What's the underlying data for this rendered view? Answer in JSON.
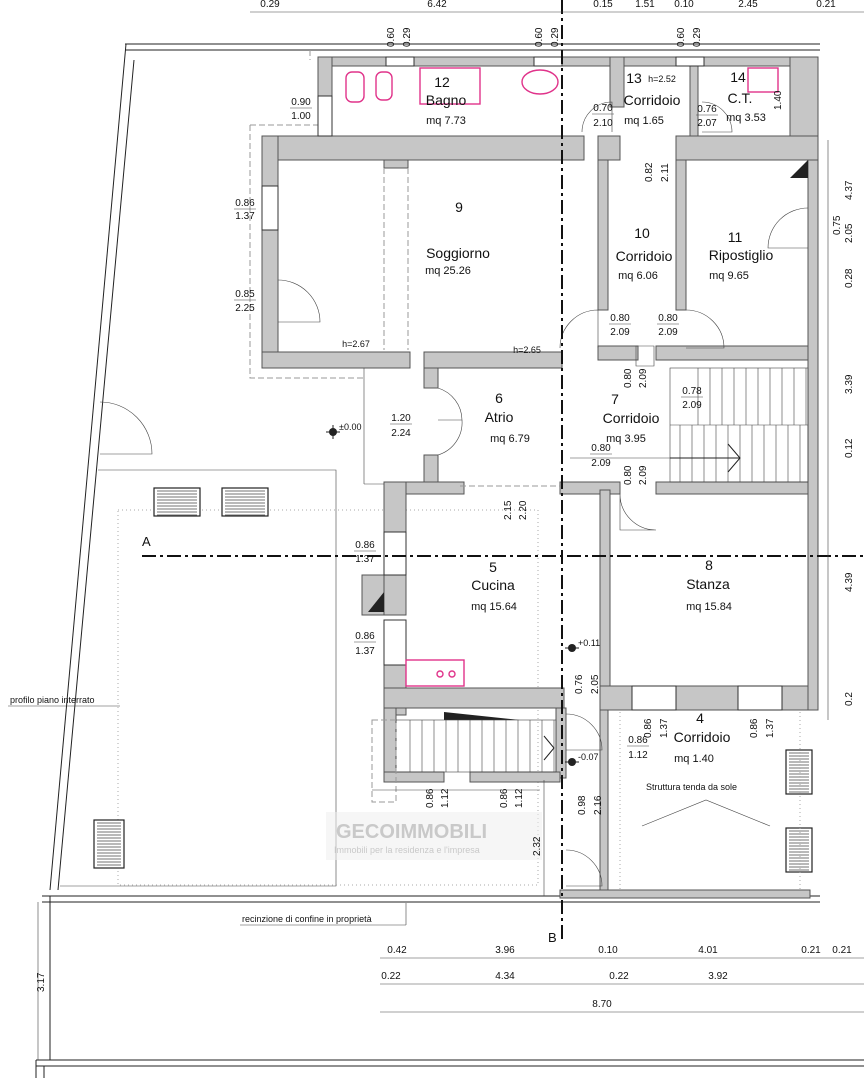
{
  "rooms": [
    {
      "id": "r12",
      "num": "12",
      "name": "Bagno",
      "area": "mq 7.73"
    },
    {
      "id": "r13",
      "num": "13",
      "height": "h=2.52",
      "name": "Corridoio",
      "area": "mq 1.65"
    },
    {
      "id": "r14",
      "num": "14",
      "name": "C.T.",
      "area": "mq 3.53"
    },
    {
      "id": "r9",
      "num": "9",
      "name": "Soggiorno",
      "area": "mq 25.26"
    },
    {
      "id": "r10",
      "num": "10",
      "name": "Corridoio",
      "area": "mq 6.06"
    },
    {
      "id": "r11",
      "num": "11",
      "name": "Ripostiglio",
      "area": "mq 9.65"
    },
    {
      "id": "r6",
      "num": "6",
      "name": "Atrio",
      "area": "mq 6.79"
    },
    {
      "id": "r7",
      "num": "7",
      "name": "Corridoio",
      "area": "mq 3.95"
    },
    {
      "id": "r5",
      "num": "5",
      "name": "Cucina",
      "area": "mq 15.64"
    },
    {
      "id": "r8",
      "num": "8",
      "name": "Stanza",
      "area": "mq 15.84"
    },
    {
      "id": "r4",
      "num": "4",
      "name": "Corridoio",
      "area": "mq 1.40"
    }
  ],
  "heights": {
    "soggiorno_a": "h=2.67",
    "soggiorno_b": "h=2.65"
  },
  "levels": {
    "ext": "±0.00",
    "cucina": "+0.11",
    "corridoio": "-0.07"
  },
  "openings": {
    "win_top_a": [
      "0.60",
      "0.29"
    ],
    "win_top_b": [
      "0.60",
      "0.29"
    ],
    "win_top_c": [
      "0.60",
      "0.29"
    ],
    "bagno_left": [
      "0.90",
      "1.00"
    ],
    "c13_left": [
      "0.70",
      "2.10"
    ],
    "c13_right": [
      "0.76",
      "2.07"
    ],
    "ct_height": "1.40",
    "corr10_top": [
      "0.82",
      "2.11"
    ],
    "sogg_win": [
      "0.86",
      "1.37"
    ],
    "sogg_door": [
      "0.85",
      "2.25"
    ],
    "corr10_d1": [
      "0.80",
      "2.09"
    ],
    "corr10_d2": [
      "0.80",
      "2.09"
    ],
    "rip_right": [
      "0.75",
      "2.05"
    ],
    "corr7_v": [
      "0.80",
      "2.09"
    ],
    "stair_d": [
      "0.78",
      "2.09"
    ],
    "atrio_door": [
      "1.20",
      "2.24"
    ],
    "corr7_d": [
      "0.80",
      "2.09"
    ],
    "corr7_v2": [
      "0.80",
      "2.09"
    ],
    "atrio_cucina": [
      "2.15",
      "2.20"
    ],
    "cucina_w1": [
      "0.86",
      "1.37"
    ],
    "cucina_w2": [
      "0.86",
      "1.37"
    ],
    "cucina_pass": [
      "0.76",
      "2.05"
    ],
    "stanza_w1": [
      "0.86",
      "1.37"
    ],
    "stanza_w2": [
      "0.86",
      "1.37"
    ],
    "corr4_d": [
      "0.86",
      "1.12"
    ],
    "stair_w1": [
      "0.86",
      "1.12"
    ],
    "stair_w2": [
      "0.86",
      "1.12"
    ],
    "ext_door": [
      "0.98",
      "2.16"
    ],
    "side_232": "2.32"
  },
  "top_dims": [
    "0.29",
    "6.42",
    "0.15",
    "1.51",
    "0.10",
    "2.45",
    "0.21"
  ],
  "right_dims": [
    "4.37",
    "0.28",
    "3.39",
    "0.12",
    "4.39",
    "0.2"
  ],
  "bottom_dims_row1": [
    "0.42",
    "3.96",
    "0.10",
    "4.01",
    "0.21",
    "0.21"
  ],
  "bottom_dims_row2": [
    "0.22",
    "4.34",
    "0.22",
    "3.92"
  ],
  "bottom_total": "8.70",
  "left_dim": "3.17",
  "labels": {
    "section_a": "A",
    "section_b": "B",
    "profilo": "profilo piano interrato",
    "recinzione": "recinzione di confine in proprietà",
    "tenda": "Struttura tenda da sole",
    "watermark_brand": "GECOIMMOBILI",
    "watermark_tag": "Immobili per la residenza e l'impresa"
  }
}
